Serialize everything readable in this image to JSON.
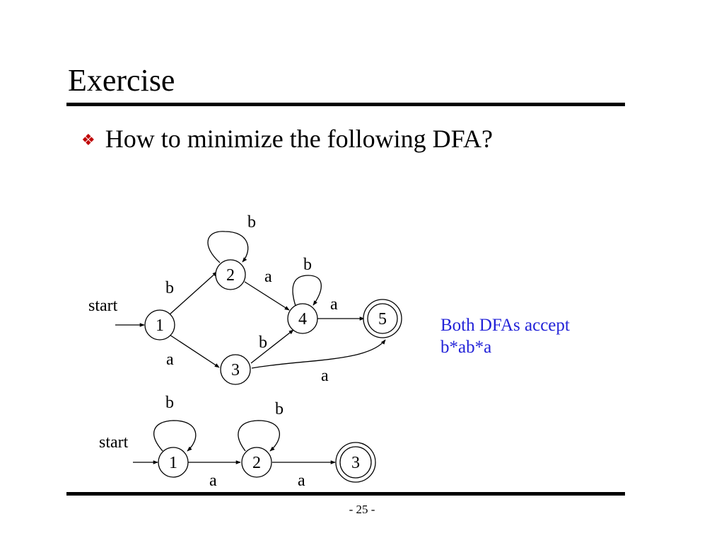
{
  "slide": {
    "title": "Exercise",
    "bullet_text": "How to minimize the following DFA?",
    "bullet_icon": "diamond-bullet-icon",
    "bullet_color": "#c00000",
    "note_line1": "Both DFAs accept",
    "note_line2": "b*ab*a",
    "note_color": "#2323d8",
    "page_number": "- 25 -"
  },
  "dfa_original": {
    "start_label": "start",
    "states": [
      {
        "label": "1",
        "accepting": false
      },
      {
        "label": "2",
        "accepting": false
      },
      {
        "label": "3",
        "accepting": false
      },
      {
        "label": "4",
        "accepting": false
      },
      {
        "label": "5",
        "accepting": true
      }
    ],
    "transitions": [
      {
        "from": "1",
        "to": "2",
        "symbol": "b"
      },
      {
        "from": "1",
        "to": "3",
        "symbol": "a"
      },
      {
        "from": "2",
        "to": "2",
        "symbol": "b"
      },
      {
        "from": "2",
        "to": "4",
        "symbol": "a"
      },
      {
        "from": "3",
        "to": "4",
        "symbol": "b"
      },
      {
        "from": "3",
        "to": "5",
        "symbol": "a"
      },
      {
        "from": "4",
        "to": "4",
        "symbol": "b"
      },
      {
        "from": "4",
        "to": "5",
        "symbol": "a"
      }
    ]
  },
  "dfa_minimized": {
    "start_label": "start",
    "states": [
      {
        "label": "1",
        "accepting": false
      },
      {
        "label": "2",
        "accepting": false
      },
      {
        "label": "3",
        "accepting": true
      }
    ],
    "transitions": [
      {
        "from": "1",
        "to": "1",
        "symbol": "b"
      },
      {
        "from": "1",
        "to": "2",
        "symbol": "a"
      },
      {
        "from": "2",
        "to": "2",
        "symbol": "b"
      },
      {
        "from": "2",
        "to": "3",
        "symbol": "a"
      }
    ]
  }
}
